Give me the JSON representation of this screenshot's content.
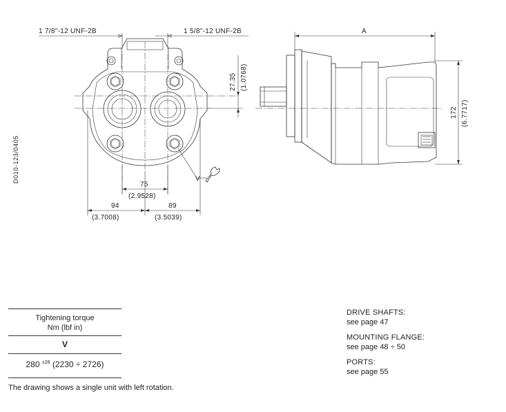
{
  "drawing": {
    "port_left": "1 7/8\"-12 UNF-2B",
    "port_right": "1 5/8\"-12 UNF-2B",
    "dim_a": "A",
    "dim_27": "27.35",
    "dim_27_in": "(1.0768)",
    "dim_172": "172",
    "dim_172_in": "(6.7717)",
    "dim_75": "75",
    "dim_75_in": "(2.9528)",
    "dim_94": "94",
    "dim_94_in": "(3.7008)",
    "dim_89": "89",
    "dim_89_in": "(3.5039)",
    "wrench_label": "V",
    "drawing_code": "D010-123/0405"
  },
  "torque": {
    "header_line1": "Tightening torque",
    "header_line2": "Nm (lbf in)",
    "symbol": "V",
    "value_main": "280",
    "value_tol": "±28",
    "value_range": "(2230 ÷ 2726)"
  },
  "note": "The drawing shows a single unit with left rotation.",
  "refs": {
    "drive_title": "DRIVE SHAFTS:",
    "drive_page": "see page 47",
    "flange_title": "MOUNTING FLANGE:",
    "flange_page": "see page 48 ÷ 50",
    "ports_title": "PORTS:",
    "ports_page": "see page 55"
  }
}
